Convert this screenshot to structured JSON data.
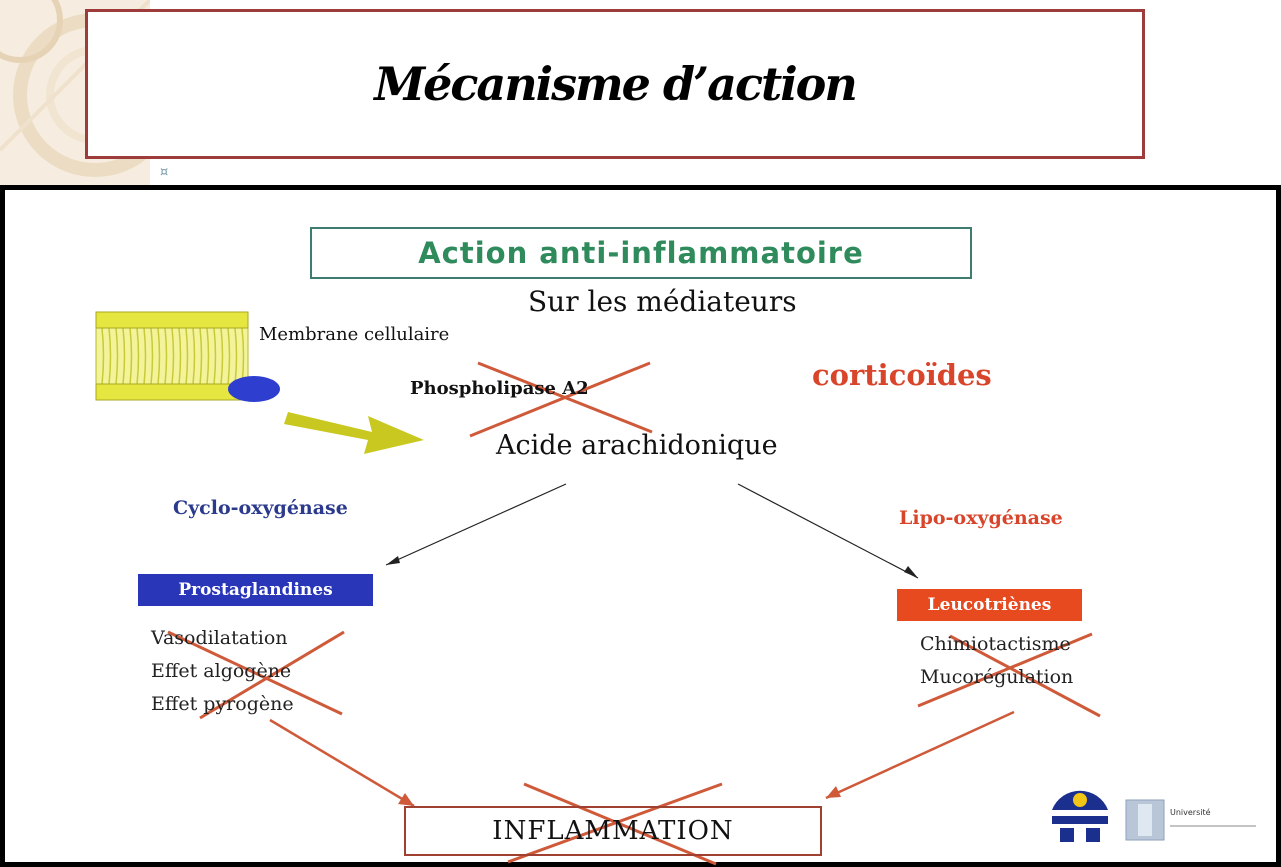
{
  "slide": {
    "title": "Mécanisme d’action",
    "bullet": "¤"
  },
  "diagram": {
    "heading": "Action anti-inflammatoire",
    "subheading": "Sur les médiateurs",
    "membrane_label": "Membrane cellulaire",
    "enzyme_phospholipase": "Phospholipase A2",
    "drug_label": "corticoïdes",
    "substrate": "Acide arachidonique",
    "left_enzyme": "Cyclo-oxygénase",
    "right_enzyme": "Lipo-oxygénase",
    "left_product": "Prostaglandines",
    "right_product": "Leucotriènes",
    "left_effects": [
      "Vasodilatation",
      "Effet algogène",
      "Effet pyrogène"
    ],
    "right_effects": [
      "Chimiotactisme",
      "Mucorégulation"
    ],
    "outcome": "INFLAMMATION",
    "colors": {
      "title_border": "#9e3c3c",
      "heading_text": "#2f8a5c",
      "drug_text": "#d9452b",
      "left_enzyme_text": "#2b3a8c",
      "right_enzyme_text": "#d9452b",
      "left_product_bg": "#2a36b8",
      "right_product_bg": "#e84a1f",
      "cross_color": "#cf5a3a",
      "membrane_color": "#e8e84a",
      "big_arrow_color": "#c8c820"
    }
  },
  "logos": {
    "university_text": "Université"
  }
}
